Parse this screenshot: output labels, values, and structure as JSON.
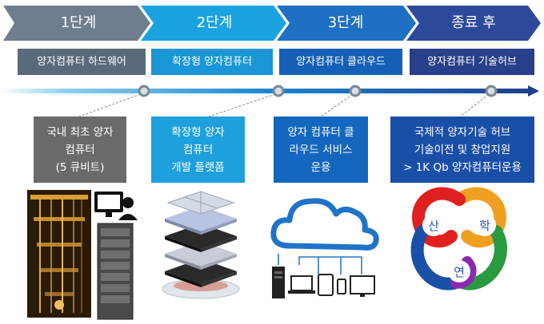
{
  "stages": [
    {
      "label": "1단계",
      "sub": "양자컴퓨터 하드웨어",
      "desc": [
        "국내 최초 양자",
        "컴퓨터",
        "(5 큐비트)"
      ]
    },
    {
      "label": "2단계",
      "sub": "확장형 양자컴퓨터",
      "desc": [
        "확장형 양자",
        "컴퓨터",
        "개발 플랫폼"
      ]
    },
    {
      "label": "3단계",
      "sub": "양자컴퓨터 클라우드",
      "desc": [
        "양자 컴퓨터 클",
        "라우드 서비스",
        "운용"
      ]
    },
    {
      "label": "종료 후",
      "sub": "양자컴퓨터 기술허브",
      "desc": [
        "국제적 양자기술 허브",
        "기술이전 및 창업지원",
        "> 1K Qb 양자컴퓨터운용"
      ]
    }
  ],
  "logo": {
    "san": "산",
    "hak": "학",
    "yeon": "연"
  },
  "colors": {
    "stage1": "#6e7e8e",
    "stage2": "#1aa3df",
    "stage3": "#1f6fc4",
    "stage4": "#2d4a9a",
    "sub1": "#5a6a7a",
    "sub2": "#1a96d6",
    "sub3": "#1560b6",
    "sub4": "#283f8a",
    "desc1": "#6a6a6a",
    "desc2": "#1ea0dc",
    "desc3": "#1467bf",
    "desc4": "#1a4fa8"
  }
}
